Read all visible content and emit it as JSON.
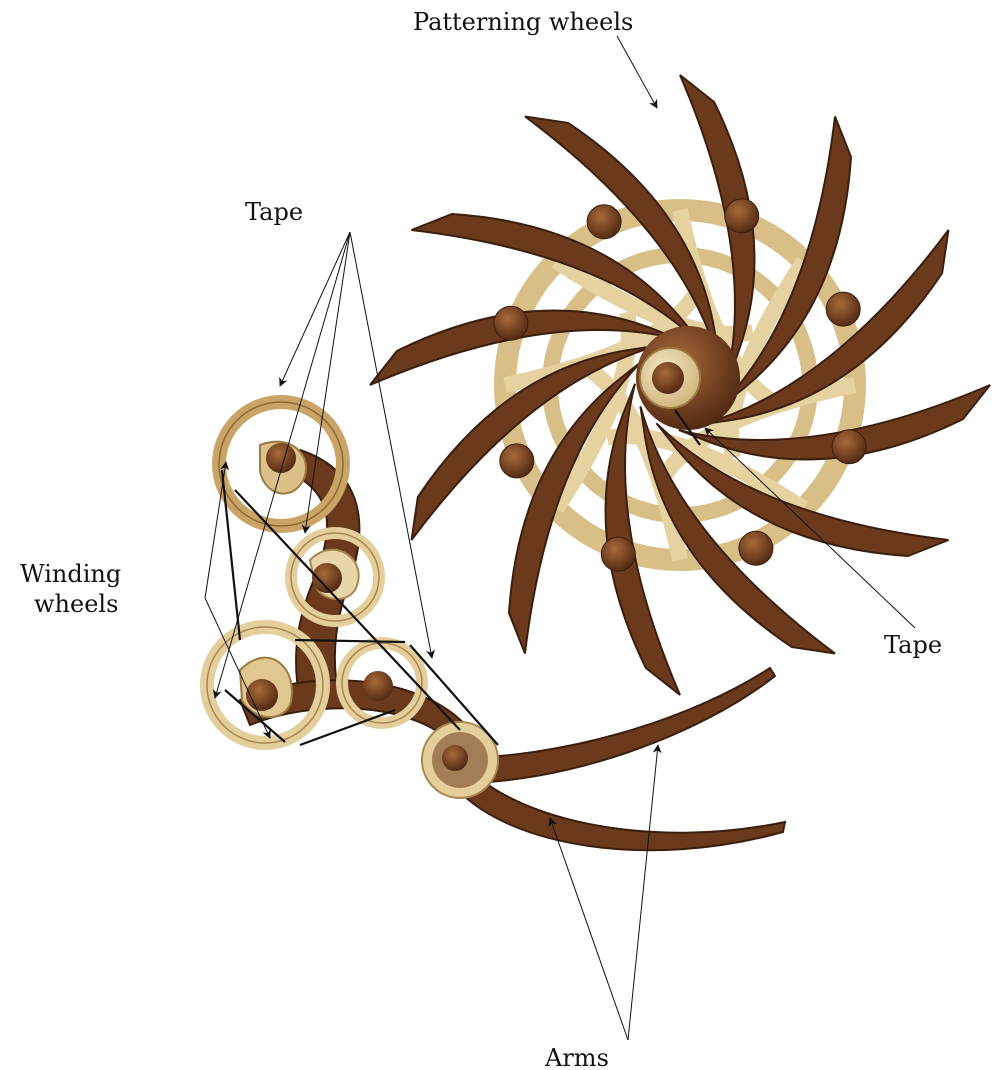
{
  "labels": {
    "patterning_wheels": "Patterning wheels",
    "tape_top": "Tape",
    "winding_wheels_line1": "Winding",
    "winding_wheels_line2": "wheels",
    "tape_right": "Tape",
    "arms": "Arms"
  },
  "colors": {
    "dark_wood": "#6b3a1c",
    "dark_wood_edge": "#3b1e0c",
    "light_wood": "#e9d6a8",
    "light_wood_edge": "#b89862",
    "hub": "#7a4a26",
    "pointer": "#111111"
  }
}
